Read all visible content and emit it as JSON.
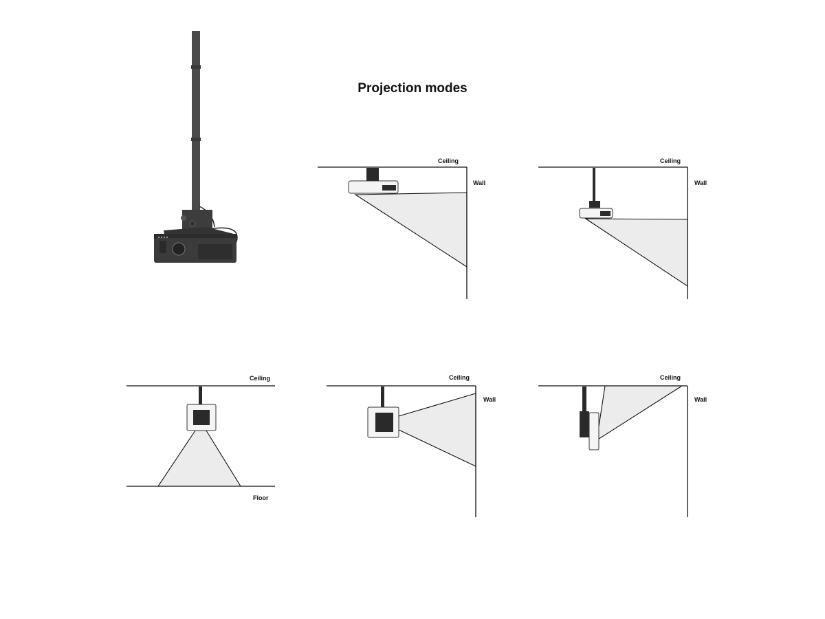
{
  "title": "Projection modes",
  "labels": {
    "ceiling": "Ceiling",
    "wall": "Wall",
    "floor": "Floor"
  },
  "panels": [
    {
      "mode": "ceiling-flush-wall",
      "labels": [
        "Ceiling",
        "Wall"
      ]
    },
    {
      "mode": "ceiling-extended-wall",
      "labels": [
        "Ceiling",
        "Wall"
      ]
    },
    {
      "mode": "ceiling-floor",
      "labels": [
        "Ceiling",
        "Floor"
      ]
    },
    {
      "mode": "ceiling-side-wall",
      "labels": [
        "Ceiling",
        "Wall"
      ]
    },
    {
      "mode": "ceiling-upward-ceiling",
      "labels": [
        "Ceiling",
        "Wall"
      ]
    }
  ],
  "colors": {
    "beam": "#ececec",
    "product": "#3a3a3a",
    "line": "#111111"
  }
}
